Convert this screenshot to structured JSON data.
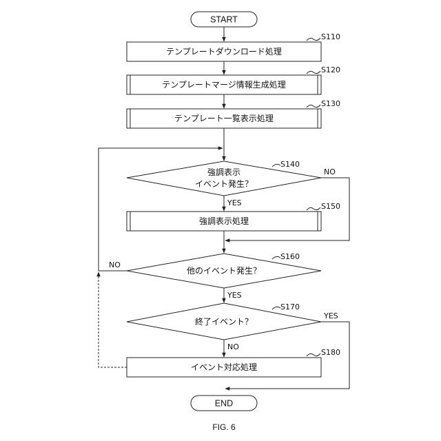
{
  "start": "START",
  "end": "END",
  "figure_caption": "FIG. 6",
  "steps": {
    "s110": {
      "id": "S110",
      "label": "テンプレートダウンロード処理"
    },
    "s120": {
      "id": "S120",
      "label": "テンプレートマージ情報生成処理"
    },
    "s130": {
      "id": "S130",
      "label": "テンプレート一覧表示処理"
    },
    "s140": {
      "id": "S140",
      "line1": "強調表示",
      "line2": "イベント発生？"
    },
    "s150": {
      "id": "S150",
      "label": "強調表示処理"
    },
    "s160": {
      "id": "S160",
      "label": "他のイベント発生？"
    },
    "s170": {
      "id": "S170",
      "label": "終了イベント？"
    },
    "s180": {
      "id": "S180",
      "label": "イベント対応処理"
    }
  },
  "branches": {
    "s140_yes": "YES",
    "s140_no": "NO",
    "s160_yes": "YES",
    "s160_no": "NO",
    "s170_yes": "YES",
    "s170_no": "NO"
  }
}
